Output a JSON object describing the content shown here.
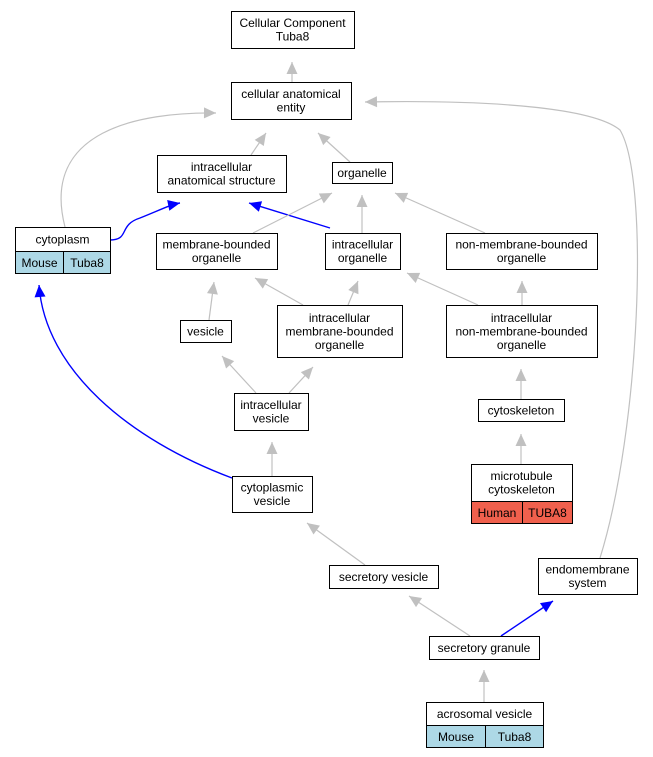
{
  "colors": {
    "node_fill": "#ffffff",
    "node_border": "#000000",
    "edge_default": "#c0c0c0",
    "edge_highlight": "#0000ff",
    "mouse_annotation": "#add8e6",
    "human_annotation": "#f0604d"
  },
  "nodes": {
    "root": {
      "lines": [
        "Cellular Component",
        "Tuba8"
      ]
    },
    "cellular_anatomical_entity": {
      "lines": [
        "cellular anatomical",
        "entity"
      ]
    },
    "intracellular_anatomical_structure": {
      "lines": [
        "intracellular",
        "anatomical structure"
      ]
    },
    "organelle": {
      "lines": [
        "organelle"
      ]
    },
    "cytoplasm": {
      "lines": [
        "cytoplasm"
      ],
      "species": "Mouse",
      "gene": "Tuba8"
    },
    "membrane_bounded_organelle": {
      "lines": [
        "membrane-bounded",
        "organelle"
      ]
    },
    "intracellular_organelle": {
      "lines": [
        "intracellular",
        "organelle"
      ]
    },
    "non_membrane_bounded_organelle": {
      "lines": [
        "non-membrane-bounded",
        "organelle"
      ]
    },
    "vesicle": {
      "lines": [
        "vesicle"
      ]
    },
    "intracellular_membrane_bounded_organelle": {
      "lines": [
        "intracellular",
        "membrane-bounded",
        "organelle"
      ]
    },
    "intracellular_non_membrane_bounded_organelle": {
      "lines": [
        "intracellular",
        "non-membrane-bounded",
        "organelle"
      ]
    },
    "intracellular_vesicle": {
      "lines": [
        "intracellular",
        "vesicle"
      ]
    },
    "cytoskeleton": {
      "lines": [
        "cytoskeleton"
      ]
    },
    "microtubule_cytoskeleton": {
      "lines": [
        "microtubule",
        "cytoskeleton"
      ],
      "species": "Human",
      "gene": "TUBA8"
    },
    "cytoplasmic_vesicle": {
      "lines": [
        "cytoplasmic",
        "vesicle"
      ]
    },
    "secretory_vesicle": {
      "lines": [
        "secretory vesicle"
      ]
    },
    "endomembrane_system": {
      "lines": [
        "endomembrane",
        "system"
      ]
    },
    "secretory_granule": {
      "lines": [
        "secretory granule"
      ]
    },
    "acrosomal_vesicle": {
      "lines": [
        "acrosomal vesicle"
      ],
      "species": "Mouse",
      "gene": "Tuba8"
    }
  },
  "edges": [
    {
      "from": "cellular_anatomical_entity",
      "to": "root",
      "highlight": false
    },
    {
      "from": "intracellular_anatomical_structure",
      "to": "cellular_anatomical_entity",
      "highlight": false
    },
    {
      "from": "organelle",
      "to": "cellular_anatomical_entity",
      "highlight": false
    },
    {
      "from": "cytoplasm",
      "to": "cellular_anatomical_entity",
      "highlight": false
    },
    {
      "from": "endomembrane_system",
      "to": "cellular_anatomical_entity",
      "highlight": false
    },
    {
      "from": "cytoplasm",
      "to": "intracellular_anatomical_structure",
      "highlight": true
    },
    {
      "from": "intracellular_organelle",
      "to": "intracellular_anatomical_structure",
      "highlight": true
    },
    {
      "from": "membrane_bounded_organelle",
      "to": "organelle",
      "highlight": false
    },
    {
      "from": "intracellular_organelle",
      "to": "organelle",
      "highlight": false
    },
    {
      "from": "non_membrane_bounded_organelle",
      "to": "organelle",
      "highlight": false
    },
    {
      "from": "vesicle",
      "to": "membrane_bounded_organelle",
      "highlight": false
    },
    {
      "from": "intracellular_membrane_bounded_organelle",
      "to": "membrane_bounded_organelle",
      "highlight": false
    },
    {
      "from": "intracellular_membrane_bounded_organelle",
      "to": "intracellular_organelle",
      "highlight": false
    },
    {
      "from": "intracellular_non_membrane_bounded_organelle",
      "to": "intracellular_organelle",
      "highlight": false
    },
    {
      "from": "intracellular_non_membrane_bounded_organelle",
      "to": "non_membrane_bounded_organelle",
      "highlight": false
    },
    {
      "from": "intracellular_vesicle",
      "to": "vesicle",
      "highlight": false
    },
    {
      "from": "intracellular_vesicle",
      "to": "intracellular_membrane_bounded_organelle",
      "highlight": false
    },
    {
      "from": "cytoskeleton",
      "to": "intracellular_non_membrane_bounded_organelle",
      "highlight": false
    },
    {
      "from": "microtubule_cytoskeleton",
      "to": "cytoskeleton",
      "highlight": false
    },
    {
      "from": "cytoplasmic_vesicle",
      "to": "intracellular_vesicle",
      "highlight": false
    },
    {
      "from": "cytoplasmic_vesicle",
      "to": "cytoplasm",
      "highlight": true
    },
    {
      "from": "secretory_vesicle",
      "to": "cytoplasmic_vesicle",
      "highlight": false
    },
    {
      "from": "secretory_granule",
      "to": "secretory_vesicle",
      "highlight": false
    },
    {
      "from": "secretory_granule",
      "to": "endomembrane_system",
      "highlight": true
    },
    {
      "from": "acrosomal_vesicle",
      "to": "secretory_granule",
      "highlight": false
    }
  ]
}
